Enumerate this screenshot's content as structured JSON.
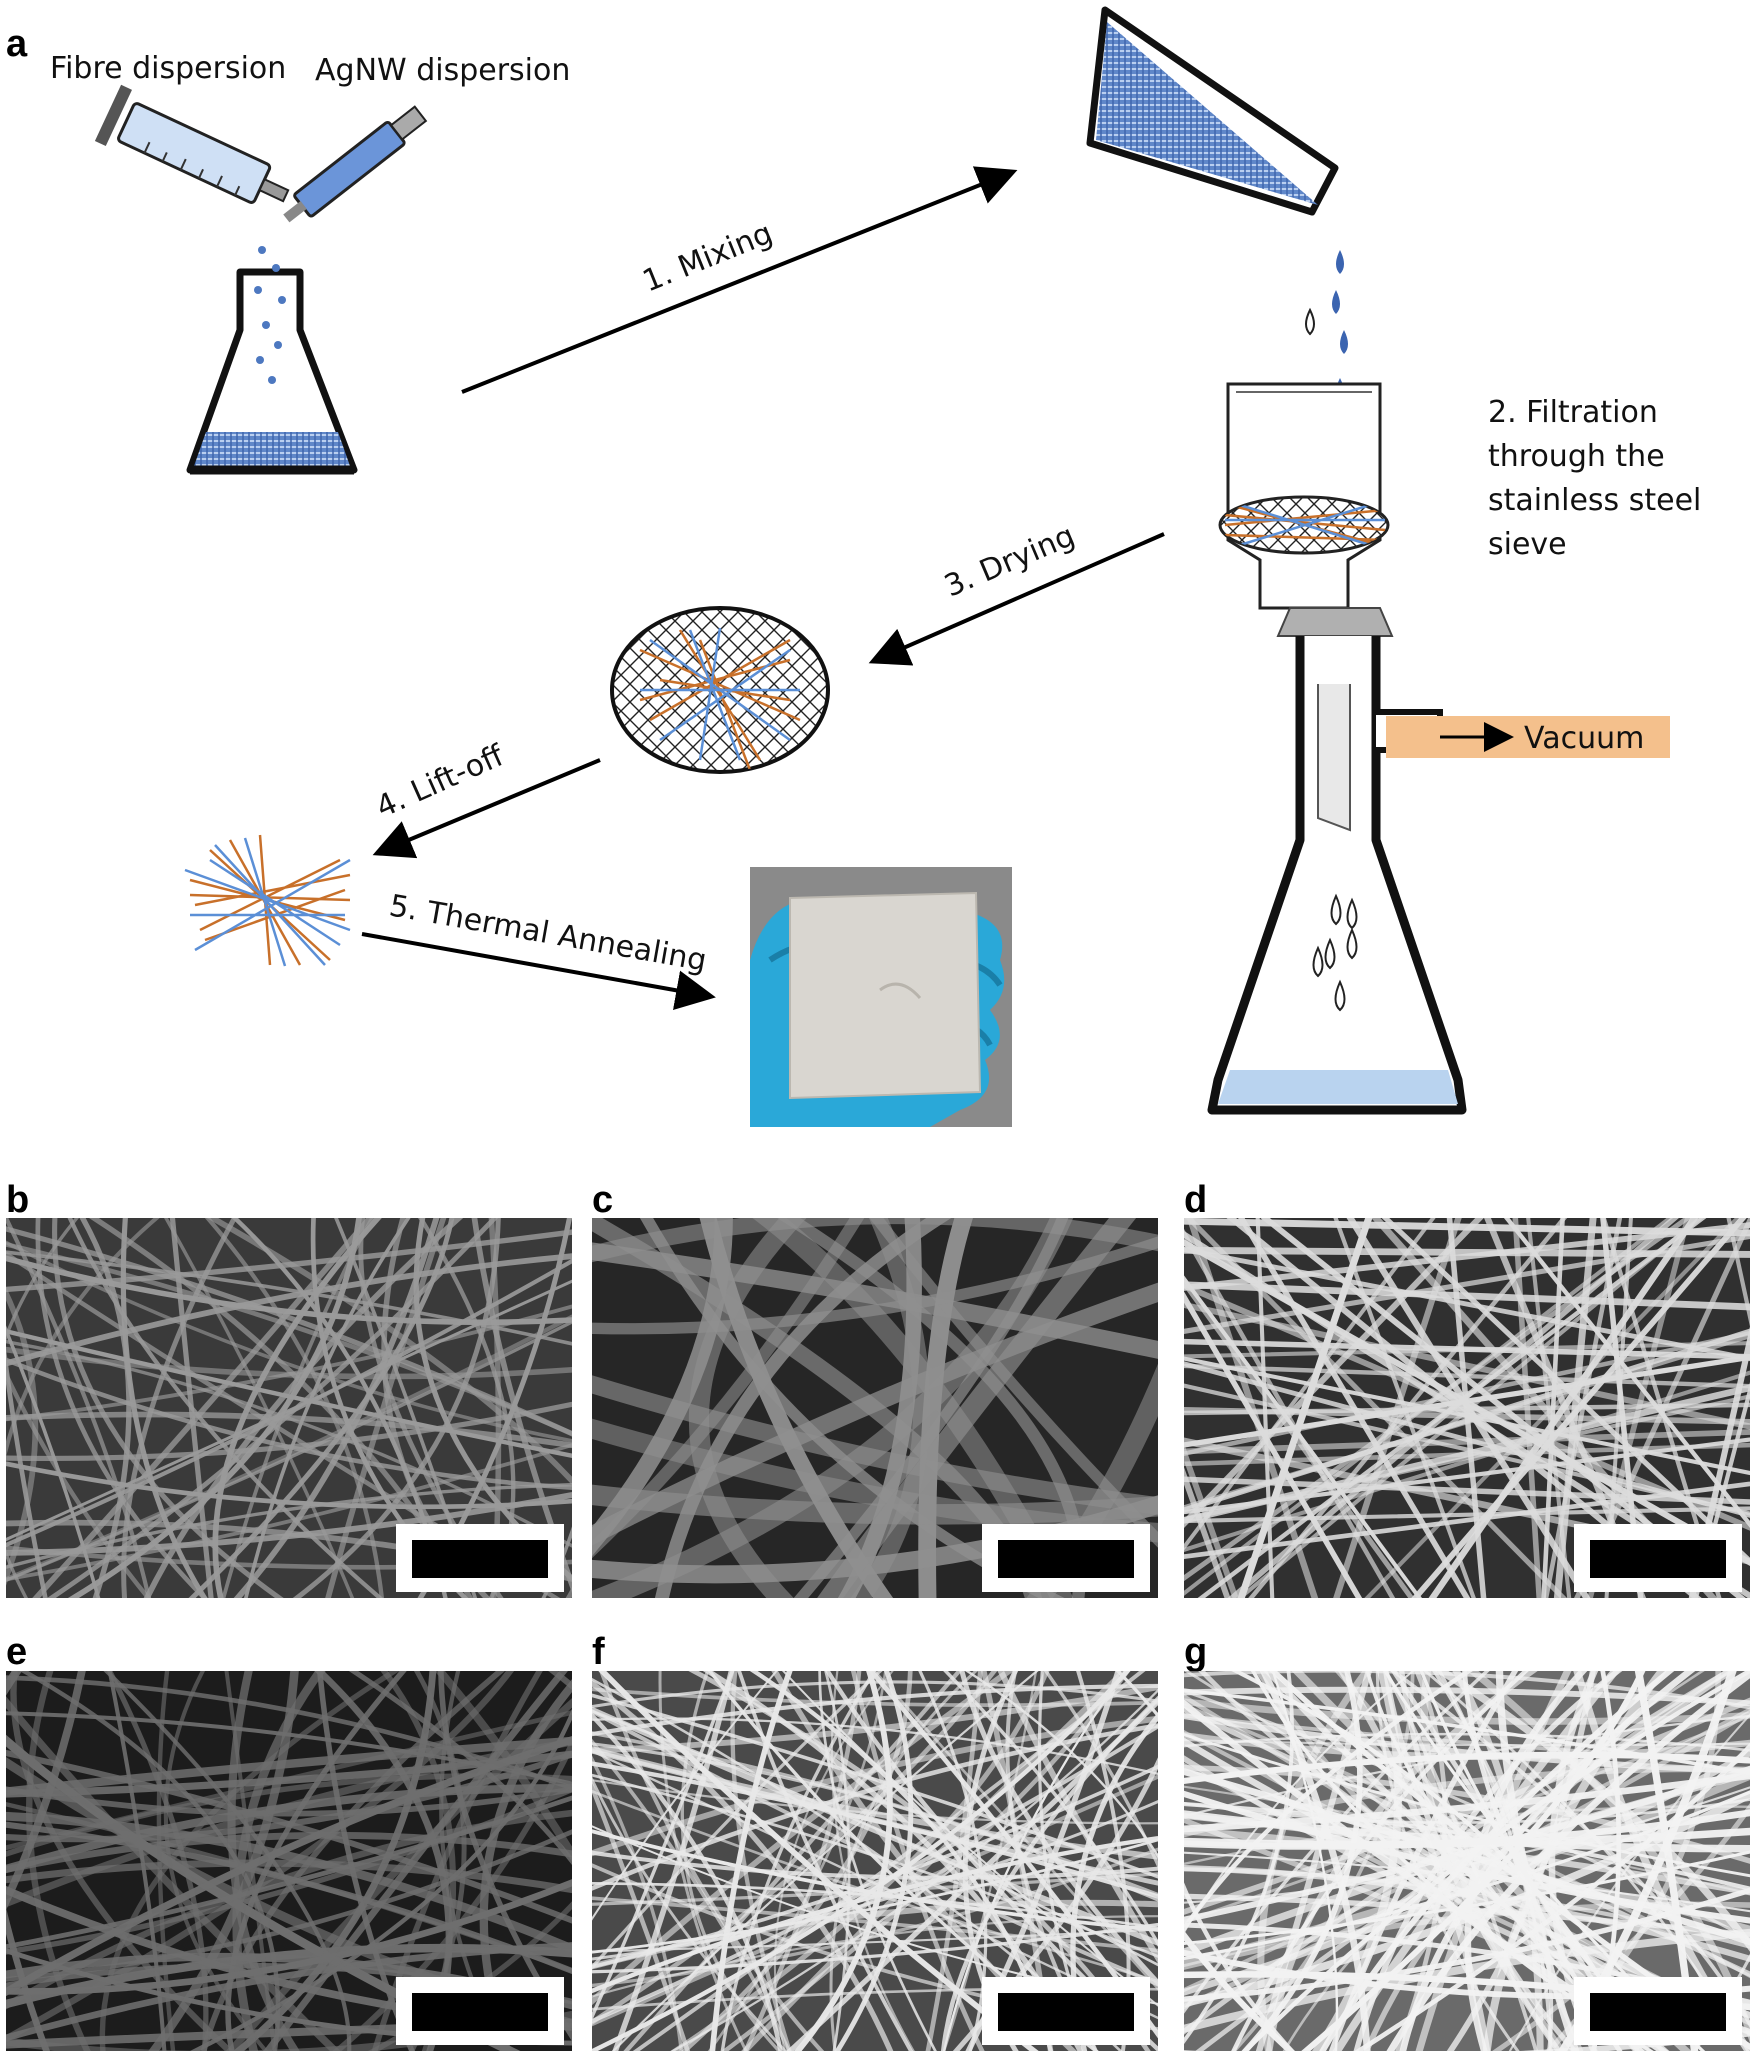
{
  "figure": {
    "panel_a": {
      "letter": "a",
      "fibre_label": "Fibre dispersion",
      "agnw_label": "AgNW dispersion",
      "step1": "1. Mixing",
      "step2_lines": [
        "2. Filtration",
        "through the",
        "stainless steel",
        "sieve"
      ],
      "step3": "3. Drying",
      "step4": "4. Lift-off",
      "step5": "5. Thermal Annealing",
      "vacuum": "Vacuum"
    },
    "sem_panels": [
      {
        "letter": "b",
        "style": "smooth dense fibres"
      },
      {
        "letter": "c",
        "style": "thick textured fibres"
      },
      {
        "letter": "d",
        "style": "bright straight rods"
      },
      {
        "letter": "e",
        "style": "dim noisy mesh"
      },
      {
        "letter": "f",
        "style": "bright wire mesh"
      },
      {
        "letter": "g",
        "style": "very bright wire mesh"
      }
    ]
  },
  "colors": {
    "fibre_blue": "#5b8fd6",
    "agnw_orange": "#c8702a",
    "liquid_blue": "#8fb2e6",
    "vacuum_band": "#f4c08c",
    "glove_blue": "#2aa8d8"
  }
}
